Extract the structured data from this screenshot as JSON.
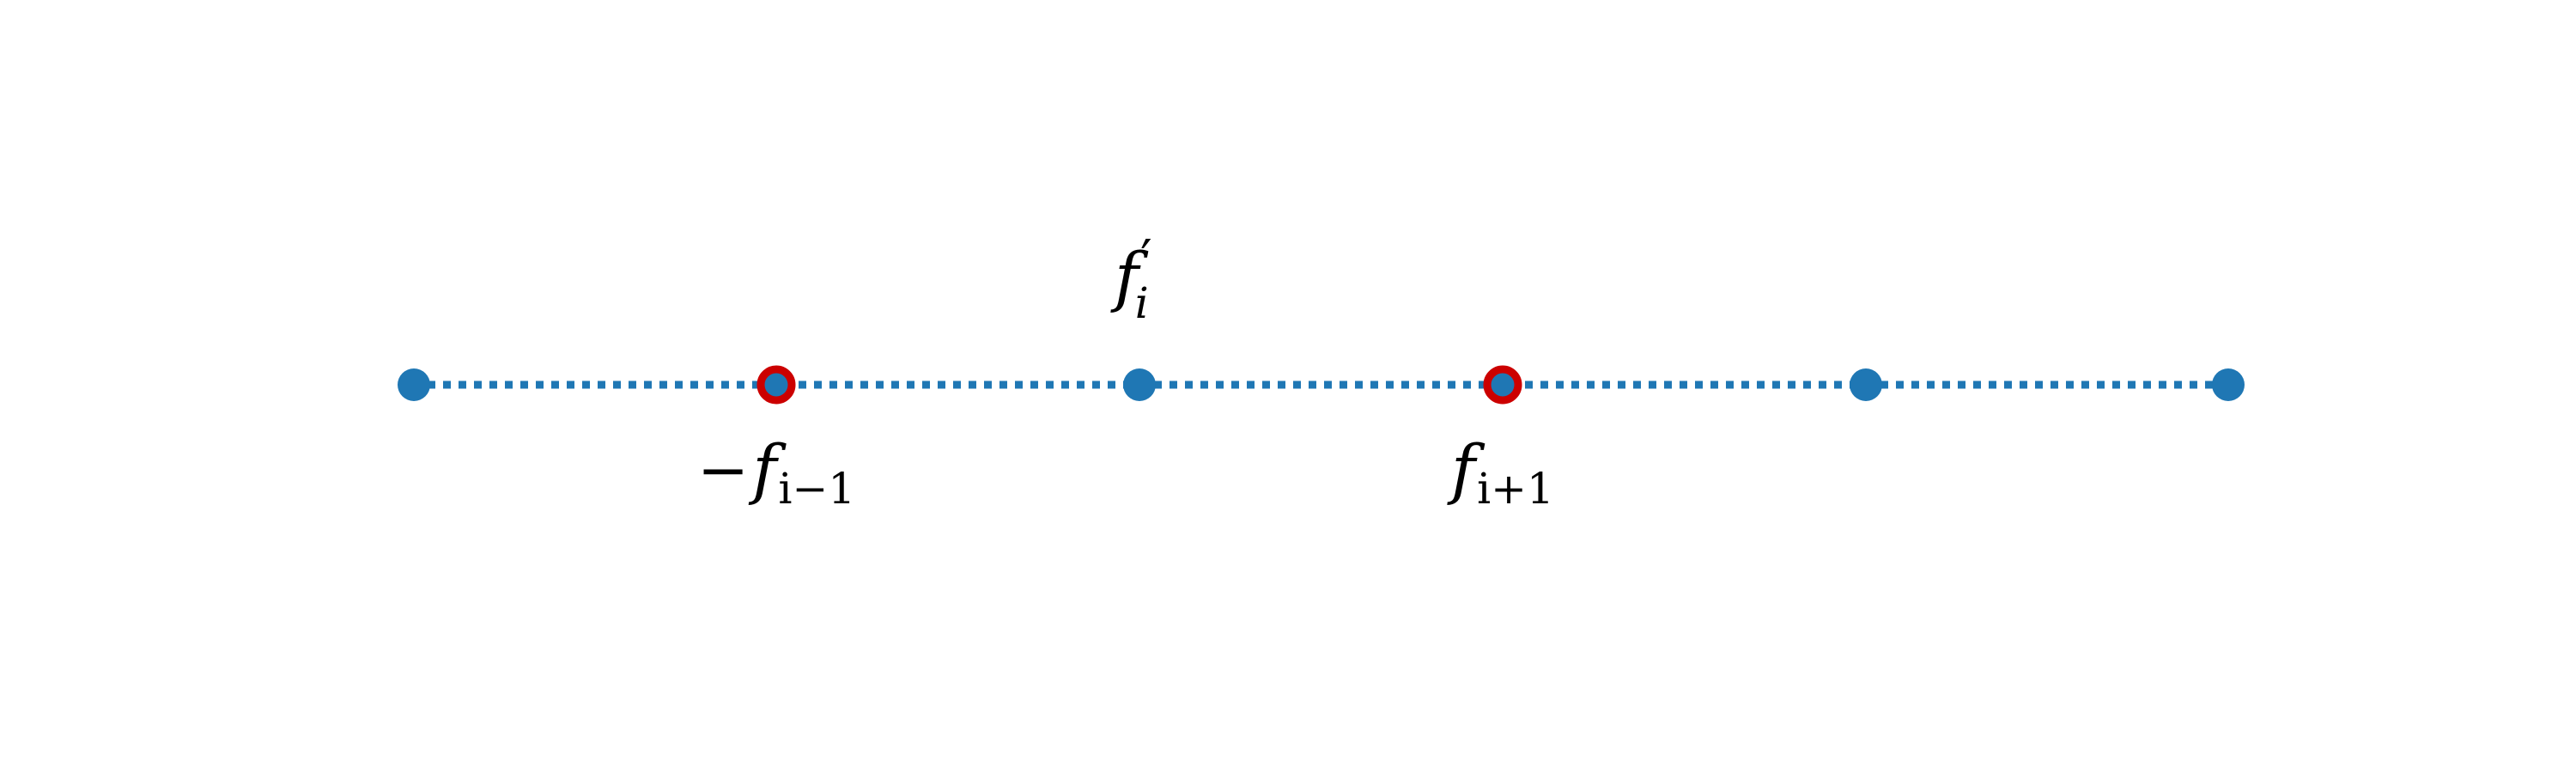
{
  "diagram": {
    "line_color": "#1f77b4",
    "node_color": "#1f77b4",
    "highlight_color": "#cc0000",
    "nodes": [
      {
        "highlighted": false
      },
      {
        "highlighted": true
      },
      {
        "highlighted": false
      },
      {
        "highlighted": true
      },
      {
        "highlighted": false
      },
      {
        "highlighted": false
      }
    ],
    "labels": {
      "above": {
        "base": "f",
        "sub": "i",
        "sup": "′"
      },
      "below_left": {
        "prefix": "−",
        "base": "f",
        "sub": "i−1"
      },
      "below_right": {
        "base": "f",
        "sub": "i+1"
      }
    }
  }
}
